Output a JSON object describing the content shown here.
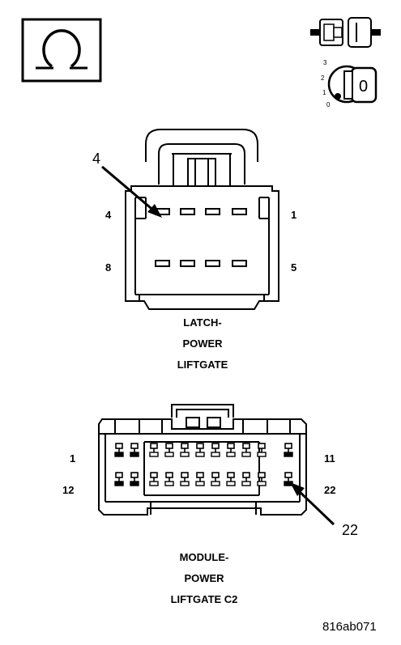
{
  "diagram": {
    "icons": [
      "ohmmeter-icon",
      "connector-disconnect-icon",
      "ignition-key-off-icon"
    ],
    "ignition": {
      "positions": [
        "3",
        "2",
        "1",
        "0"
      ],
      "key_label": "0"
    },
    "connectors": [
      {
        "id": "latch",
        "name_lines": [
          "LATCH-",
          "POWER",
          "LIFTGATE"
        ],
        "pin_numbers": {
          "top_left": "4",
          "top_right": "1",
          "bottom_left": "8",
          "bottom_right": "5"
        },
        "callout": "4",
        "cavities_per_row": 4,
        "rows": 2
      },
      {
        "id": "module",
        "name_lines": [
          "MODULE-",
          "POWER",
          "LIFTGATE C2"
        ],
        "pin_numbers": {
          "top_left": "1",
          "top_right": "11",
          "bottom_left": "12",
          "bottom_right": "22"
        },
        "callout": "22",
        "terminals_per_row": 11
      }
    ],
    "figure_id": "816ab071"
  }
}
